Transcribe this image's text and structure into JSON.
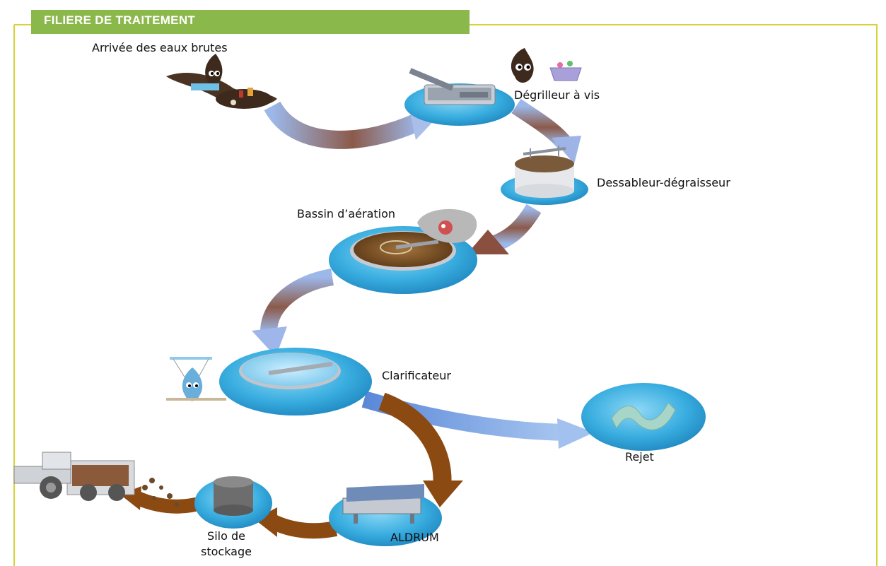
{
  "header": {
    "title": "FILIERE DE TRAITEMENT"
  },
  "colors": {
    "frame": "#d8d23a",
    "title_band": "#8bb84a",
    "platform": "#3aaee0",
    "arrow_brown": "#8b4a12",
    "arrow_blue": "#8fb4e8"
  },
  "stages": {
    "inlet": "Arrivée des eaux brutes",
    "screen": "Dégrilleur à vis",
    "grit": "Dessableur-dégraisseur",
    "aeration": "Bassin d’aération",
    "clarifier": "Clarificateur",
    "discharge": "Rejet",
    "aldrum": "ALDRUM",
    "silo": "Silo de stockage"
  },
  "icons": [
    "water-drop-mascot-icon",
    "tractor-trailer-icon",
    "silo-icon",
    "screw-screen-icon"
  ]
}
